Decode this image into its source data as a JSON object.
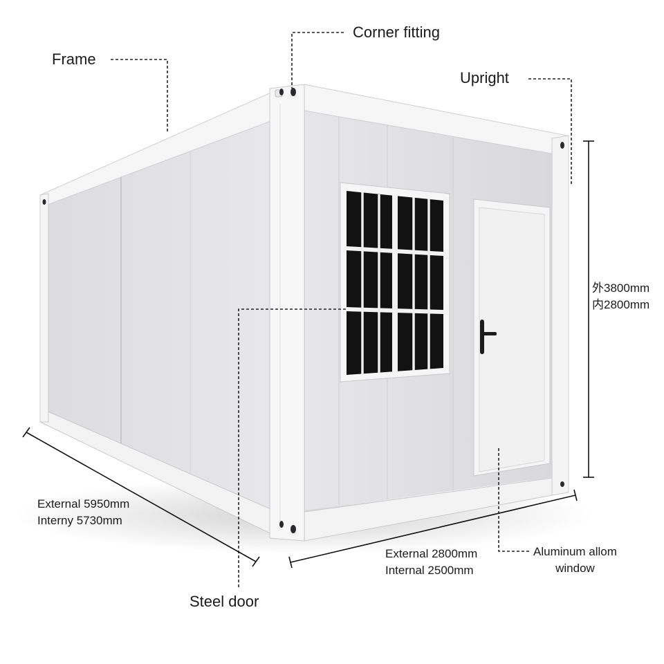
{
  "labels": {
    "corner_fitting": "Corner fitting",
    "frame": "Frame",
    "upright": "Upright",
    "height_outer": "外3800mm",
    "height_inner": "内2800mm",
    "length_external": "External 5950mm",
    "length_internal": "Interny 5730mm",
    "width_external": "External 2800mm",
    "width_internal": "Internal 2500mm",
    "steel_door": "Steel door",
    "window_line1": "Aluminum allom",
    "window_line2": "window"
  },
  "colors": {
    "background": "#ffffff",
    "panel": "#e4e4e6",
    "panel_dark": "#d8d8db",
    "frame": "#f4f4f5",
    "window_glass": "#111111"
  }
}
